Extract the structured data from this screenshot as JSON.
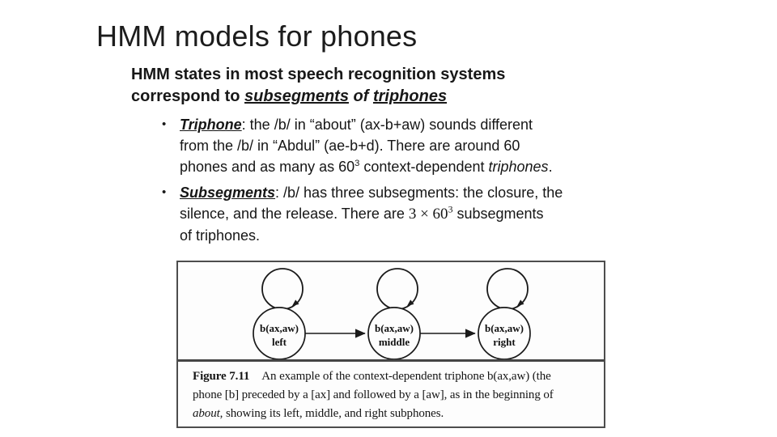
{
  "title": "HMM models for phones",
  "heading": {
    "l1": "HMM states in most speech recognition systems",
    "l2_pre": "correspond to ",
    "l2_sub": "subsegments",
    "l2_of": " of ",
    "l2_tri": "triphones"
  },
  "bullets": {
    "glyph": "•",
    "b1": {
      "term": "Triphone",
      "l1_rest": ": the /b/ in “about” (ax-b+aw) sounds different",
      "l2": "from the /b/ in “Abdul” (ae-b+d).  There are around 60",
      "l3_pre": "phones and as many as 60",
      "l3_sup": "3",
      "l3_mid": " context-dependent ",
      "l3_it": "triphones",
      "l3_end": "."
    },
    "b2": {
      "term": "Subsegments",
      "l1_rest": ": /b/ has three subsegments: the closure, the",
      "l2_pre": "silence, and the release.  There are ",
      "l2_math": "3 × 60",
      "l2_sup": "3",
      "l2_end": " subsegments",
      "l3": "of triphones."
    }
  },
  "figure": {
    "states": [
      {
        "l1": "b(ax,aw)",
        "l2": "left"
      },
      {
        "l1": "b(ax,aw)",
        "l2": "middle"
      },
      {
        "l1": "b(ax,aw)",
        "l2": "right"
      }
    ],
    "caption": {
      "label": "Figure 7.11",
      "l1": "An example of the context-dependent triphone b(ax,aw) (the",
      "l2": "phone [b] preceded by a [ax] and followed by a [aw], as in the beginning of",
      "l3_it": "about",
      "l3_rest": ", showing its left, middle, and right subphones."
    },
    "ink": "#1a1a1a"
  }
}
